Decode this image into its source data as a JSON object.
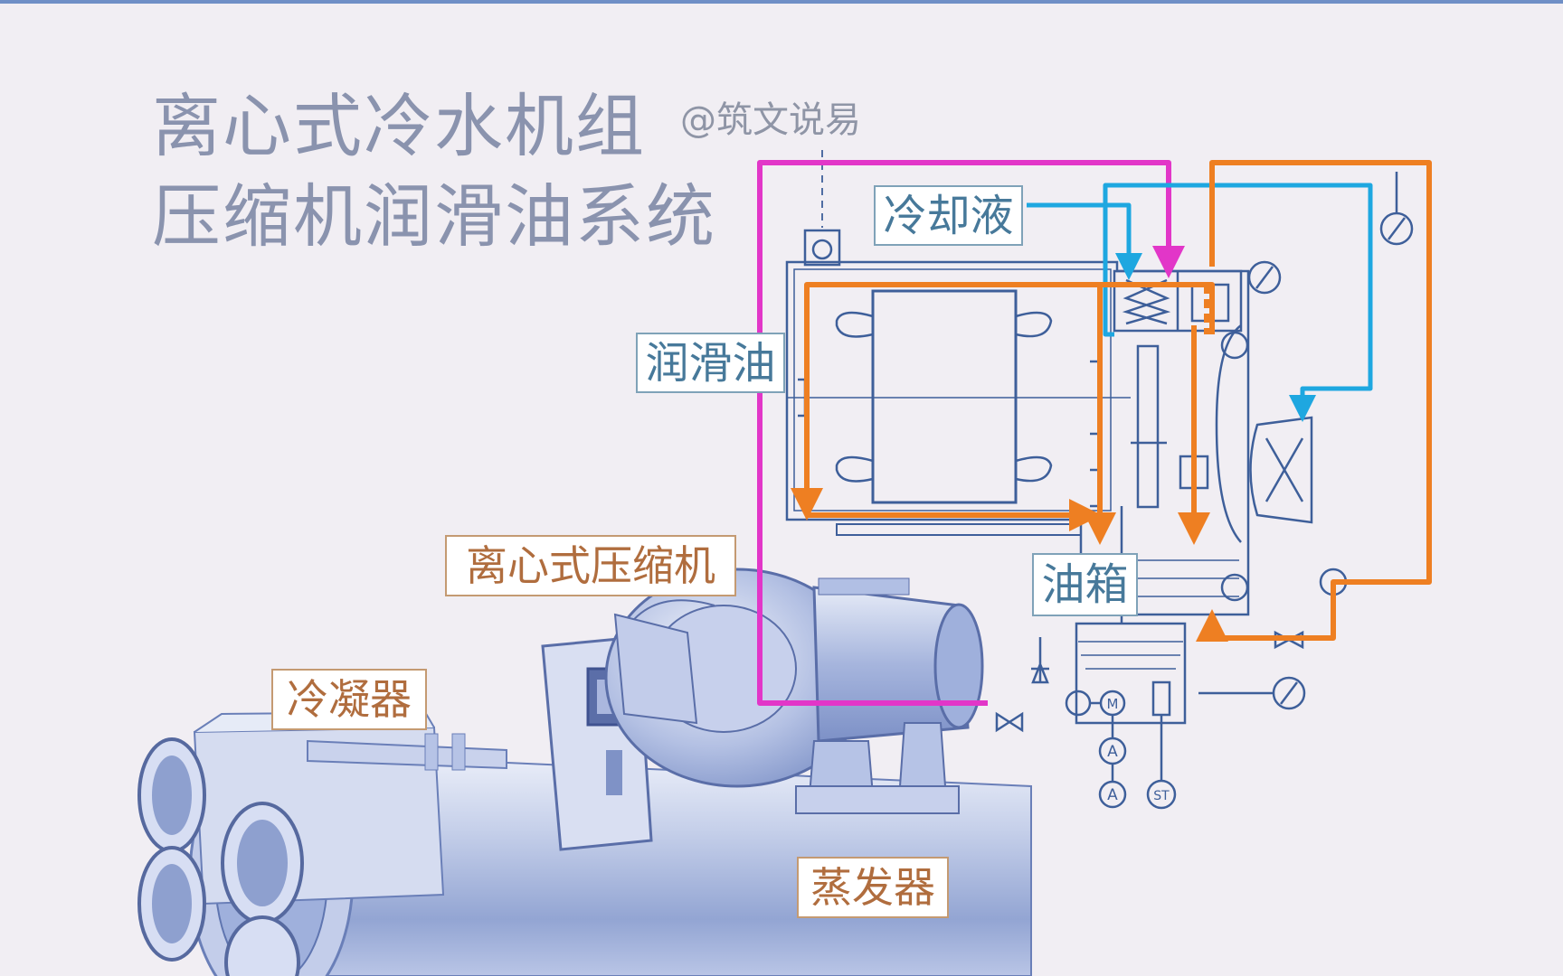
{
  "title": {
    "line1": "离心式冷水机组",
    "line2": "压缩机润滑油系统",
    "watermark": "@筑文说易"
  },
  "labels": {
    "coolant": "冷却液",
    "lube_oil": "润滑油",
    "oil_tank": "油箱",
    "compressor": "离心式压缩机",
    "condenser": "冷凝器",
    "evaporator": "蒸发器"
  },
  "instruments": {
    "ammeter": "A",
    "thermostat": "ST",
    "motor": "M"
  },
  "colors": {
    "coolant_line": "#1ea7e0",
    "oil_line": "#ee7f22",
    "refrigerant_line": "#e236c8",
    "schematic": "#3e5f9a",
    "equipment_fill": "#a9b7dc",
    "blue_label_text": "#47799a",
    "brown_label_text": "#b06d3e"
  }
}
